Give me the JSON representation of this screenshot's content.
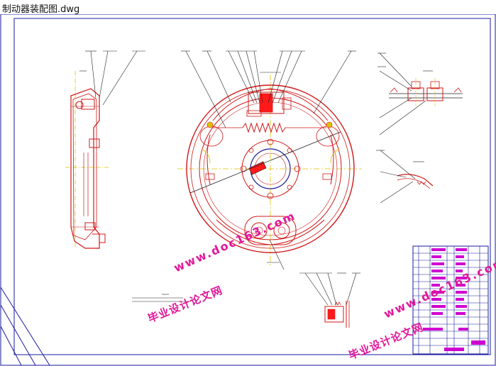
{
  "window": {
    "title": "制动器装配图.dwg"
  },
  "watermarks": [
    {
      "text": "毕业设计论文网"
    },
    {
      "text": "www.doc163.com"
    },
    {
      "text": "毕业设计论文网"
    },
    {
      "text": "www.doc163.com"
    }
  ],
  "colors": {
    "frame": "#1a1aa0",
    "part_red": "#d01818",
    "centerline": "#e0c000",
    "leader": "#222222",
    "watermark": "#e0189a",
    "highlight": "#ff1a1a",
    "title_block_magenta": "#d000d0"
  }
}
